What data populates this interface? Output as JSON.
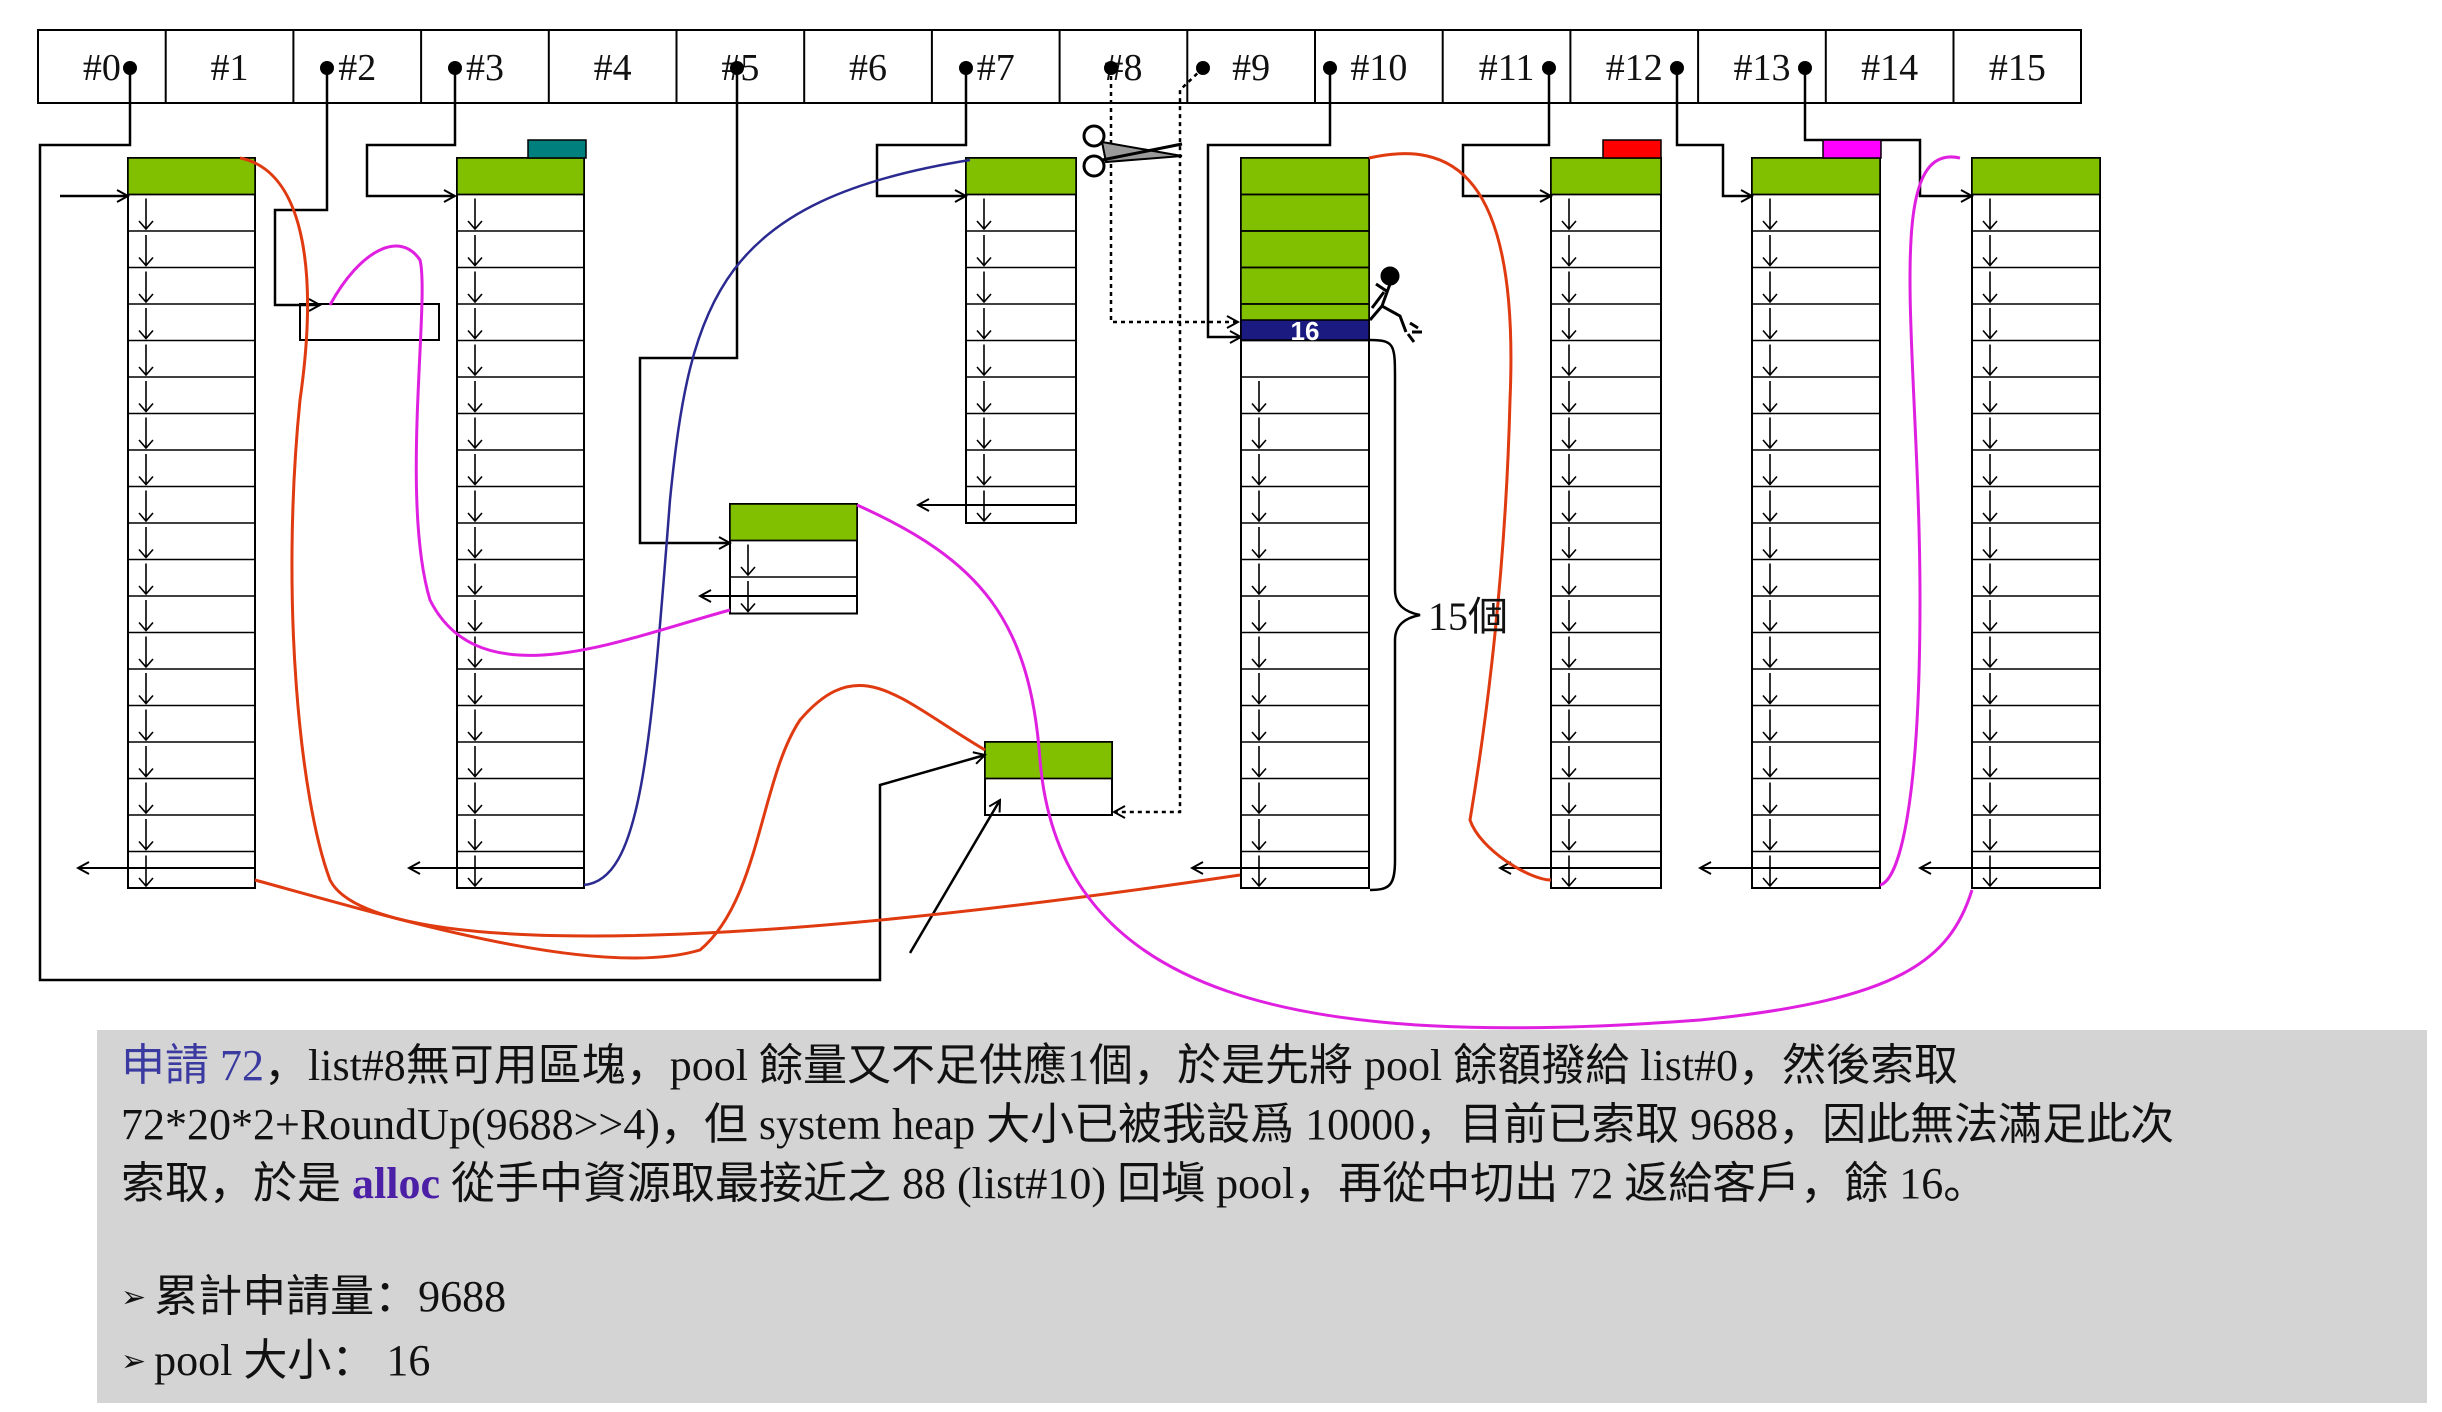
{
  "slots": [
    "#0",
    "#1",
    "#2",
    "#3",
    "#4",
    "#5",
    "#6",
    "#7",
    "#8",
    "#9",
    "#10",
    "#11",
    "#12",
    "#13",
    "#14",
    "#15"
  ],
  "remaining_label": "16",
  "count_label": "15個",
  "caption": {
    "line1": [
      {
        "text": "申請 72",
        "style": "req"
      },
      {
        "text": "，list#8無可用區塊，pool 餘量又不足供應1個，於是先將 pool 餘額撥給 list#0，然後索取",
        "style": "plain"
      }
    ],
    "line2": [
      {
        "text": "72*20*2+RoundUp(9688>>4)，但 system heap 大小已被我設爲 10000，目前已索取 9688，因此無法滿足此次",
        "style": "plain"
      }
    ],
    "line3": [
      {
        "text": "索取，於是 ",
        "style": "plain"
      },
      {
        "text": "alloc",
        "style": "alloc"
      },
      {
        "text": " 從手中資源取最接近之 88 (list#10) 回塡 pool，再從中切出 72 返給客戶，餘 16。",
        "style": "plain"
      }
    ],
    "bullets": [
      "累計申請量：9688",
      "pool 大小： 16"
    ]
  },
  "colors": {
    "block_green": "#80c000",
    "pool_navy": "#1a1a80",
    "link_orange": "#e03a10",
    "link_magenta": "#e020e0",
    "link_blue": "#2a2a90",
    "tab_teal": "#007f7f",
    "tab_red": "#ff0000",
    "tab_magenta": "#ff00ff",
    "caption_bg": "#d4d4d4"
  },
  "icons": [
    "scissors-icon",
    "person-pushing-icon"
  ]
}
